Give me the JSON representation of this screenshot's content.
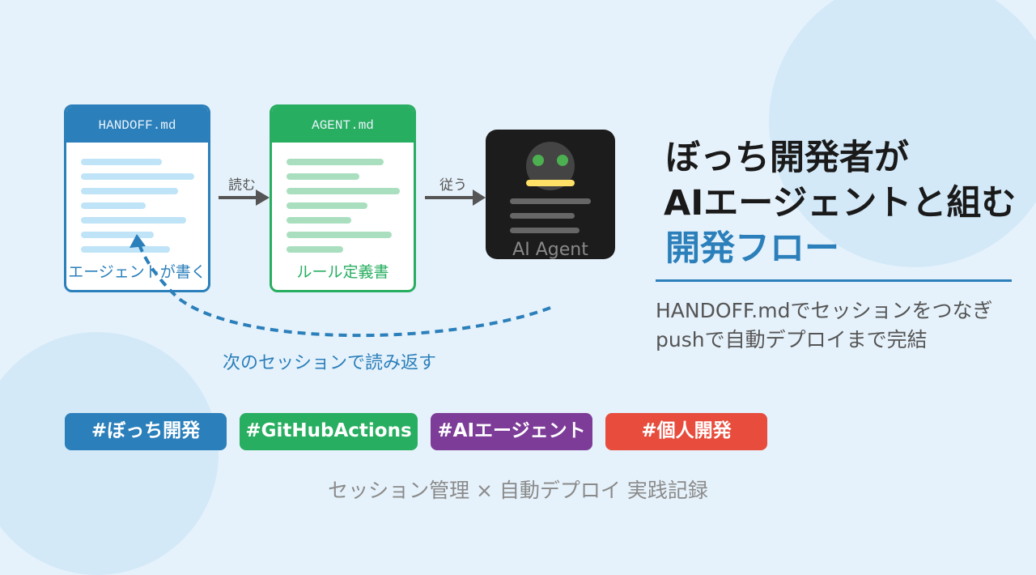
{
  "cards": {
    "handoff": {
      "title": "HANDOFF.md",
      "caption": "エージェントが書く"
    },
    "agent_md": {
      "title": "AGENT.md",
      "caption": "ルール定義書"
    },
    "ai_agent": {
      "label": "AI Agent"
    }
  },
  "arrows": {
    "read": "読む",
    "follow": "従う",
    "loop": "次のセッションで読み返す"
  },
  "headline": {
    "line1": "ぼっち開発者が",
    "line2": "AIエージェントと組む",
    "line3": "開発フロー"
  },
  "subtitle": {
    "line1": "HANDOFF.mdでセッションをつなぎ",
    "line2": "pushで自動デプロイまで完結"
  },
  "tags": [
    {
      "label": "#ぼっち開発",
      "color": "#2b7fba"
    },
    {
      "label": "#GitHubActions",
      "color": "#27ae60"
    },
    {
      "label": "#AIエージェント",
      "color": "#7d3c98"
    },
    {
      "label": "#個人開発",
      "color": "#e74c3c"
    }
  ],
  "footer": "セッション管理 × 自動デプロイ 実践記録",
  "colors": {
    "blue": "#2b7fba",
    "green": "#27ae60",
    "background": "#e6f2fb"
  }
}
